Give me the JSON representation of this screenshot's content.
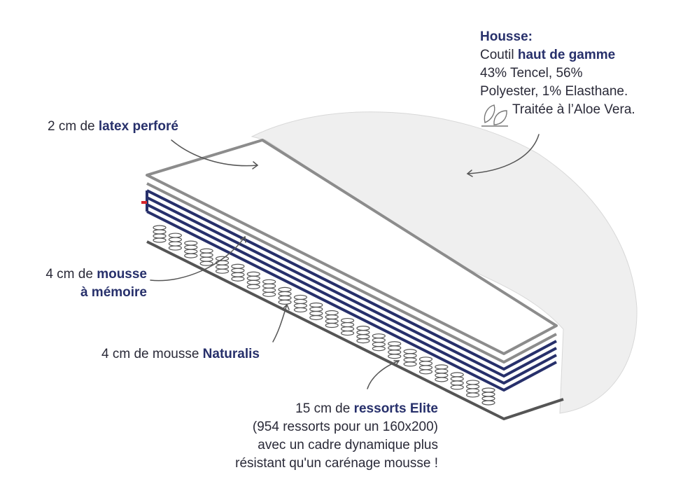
{
  "colors": {
    "navy": "#27306b",
    "text": "#2a2a38",
    "frame": "#8c8c8c",
    "cover": "#efefef",
    "red_tag": "#d7262b"
  },
  "housse": {
    "title": "Housse:",
    "line1_a": "Coutil ",
    "line1_b": "haut de gamme",
    "line2": "43% Tencel, 56%",
    "line3": "Polyester, 1% Elasthane.",
    "line4": "Traitée à l’Aloe Vera.",
    "icon": "leaf-icon"
  },
  "latex": {
    "a": "2 cm de ",
    "b": "latex perforé"
  },
  "memoire": {
    "a": "4 cm de ",
    "b1": "mousse",
    "b2": "à mémoire"
  },
  "naturalis": {
    "a": "4 cm de mousse ",
    "b": "Naturalis"
  },
  "ressorts": {
    "a": "15 cm de ",
    "b": "ressorts Elite",
    "line2": "(954 ressorts pour un 160x200)",
    "line3": "avec un cadre dynamique plus",
    "line4": "résistant qu'un carénage mousse !"
  }
}
